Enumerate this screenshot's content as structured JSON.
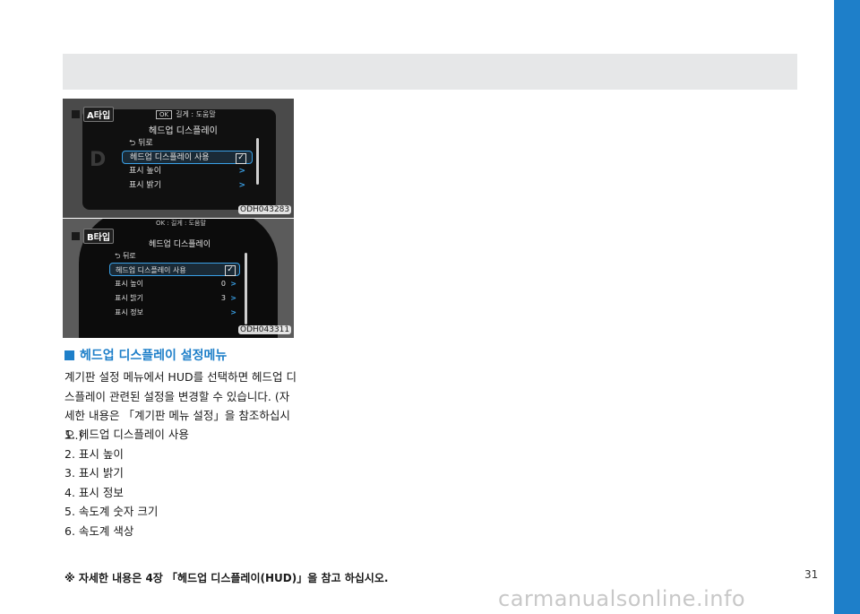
{
  "header_band": "",
  "screen_a": {
    "type_label": "A타입",
    "ok_hint_key": "OK",
    "ok_hint_text": "길게 : 도움말",
    "gauge_letter": "D",
    "title": "헤드업 디스플레이",
    "rows": [
      "⮌ 뒤로",
      "헤드업 디스플레이 사용",
      "표시 높이",
      "표시 밝기"
    ],
    "check": "✓",
    "chevron": ">",
    "code": "ODH043283"
  },
  "screen_b": {
    "type_label": "B타입",
    "ok_hint": "OK : 길게 : 도움말",
    "title": "헤드업 디스플레이",
    "rows": [
      "⮌ 뒤로",
      "헤드업 디스플레이 사용",
      "표시 높이",
      "표시 밝기",
      "표시 정보"
    ],
    "values": {
      "height": "0",
      "brightness": "3"
    },
    "check": "✓",
    "chevron": ">",
    "code": "ODH043311"
  },
  "section": {
    "title": "헤드업 디스플레이 설정메뉴",
    "paragraph": "계기판 설정 메뉴에서 HUD를 선택하면 헤드업 디스플레이 관련된 설정을 변경할 수 있습니다. (자세한 내용은 「계기판 메뉴 설정」을 참조하십시오.)",
    "items": [
      "1. 헤드업 디스플레이 사용",
      "2. 표시 높이",
      "3. 표시 밝기",
      "4. 표시 정보",
      "5. 속도계 숫자 크기",
      "6. 속도계 색상"
    ]
  },
  "footer_note": "※ 자세한 내용은 4장 「헤드업 디스플레이(HUD)」을 참고 하십시오.",
  "page_number": "31",
  "watermark": "carmanualsonline.info",
  "colors": {
    "accent": "#1e7fc9",
    "band": "#e6e7e8"
  }
}
